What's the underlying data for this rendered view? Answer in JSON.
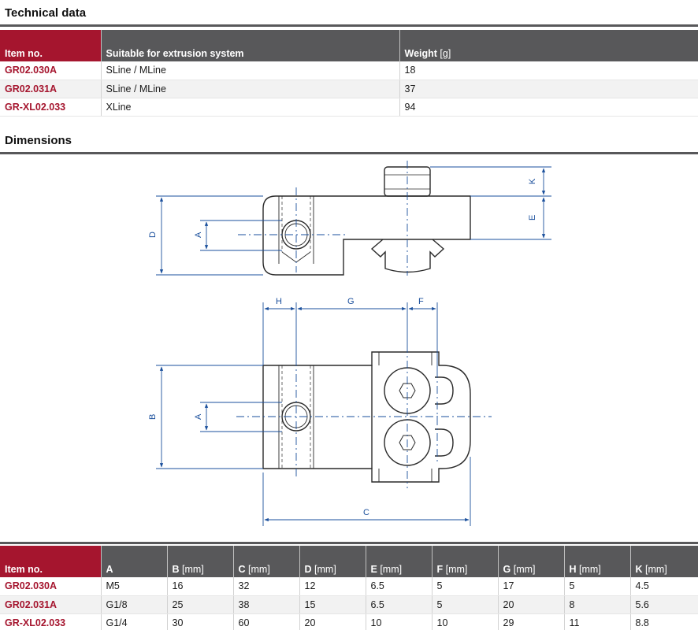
{
  "technical": {
    "title": "Technical data",
    "headers": {
      "item": "Item no.",
      "system": "Suitable for extrusion system",
      "weight": "Weight",
      "weight_unit": "[g]"
    },
    "rows": [
      {
        "item": "GR02.030A",
        "system": "SLine / MLine",
        "weight": "18"
      },
      {
        "item": "GR02.031A",
        "system": "SLine / MLine",
        "weight": "37"
      },
      {
        "item": "GR-XL02.033",
        "system": "XLine",
        "weight": "94"
      }
    ]
  },
  "dimensions": {
    "title": "Dimensions",
    "drawing_labels": {
      "D": "D",
      "A1": "A",
      "K": "K",
      "E": "E",
      "H": "H",
      "G": "G",
      "F": "F",
      "B": "B",
      "A2": "A",
      "C": "C"
    },
    "headers": {
      "item": "Item no.",
      "A": "A",
      "B": "B",
      "C": "C",
      "D": "D",
      "E": "E",
      "F": "F",
      "G": "G",
      "H": "H",
      "K": "K",
      "unit": "[mm]"
    },
    "rows": [
      {
        "item": "GR02.030A",
        "A": "M5",
        "B": "16",
        "C": "32",
        "D": "12",
        "E": "6.5",
        "F": "5",
        "G": "17",
        "H": "5",
        "K": "4.5"
      },
      {
        "item": "GR02.031A",
        "A": "G1/8",
        "B": "25",
        "C": "38",
        "D": "15",
        "E": "6.5",
        "F": "5",
        "G": "20",
        "H": "8",
        "K": "5.6"
      },
      {
        "item": "GR-XL02.033",
        "A": "G1/4",
        "B": "30",
        "C": "60",
        "D": "20",
        "E": "10",
        "F": "10",
        "G": "29",
        "H": "11",
        "K": "8.8"
      }
    ]
  },
  "colors": {
    "brand_red": "#a5152e",
    "header_gray": "#58585a",
    "dimension_blue": "#1a4f9c"
  }
}
